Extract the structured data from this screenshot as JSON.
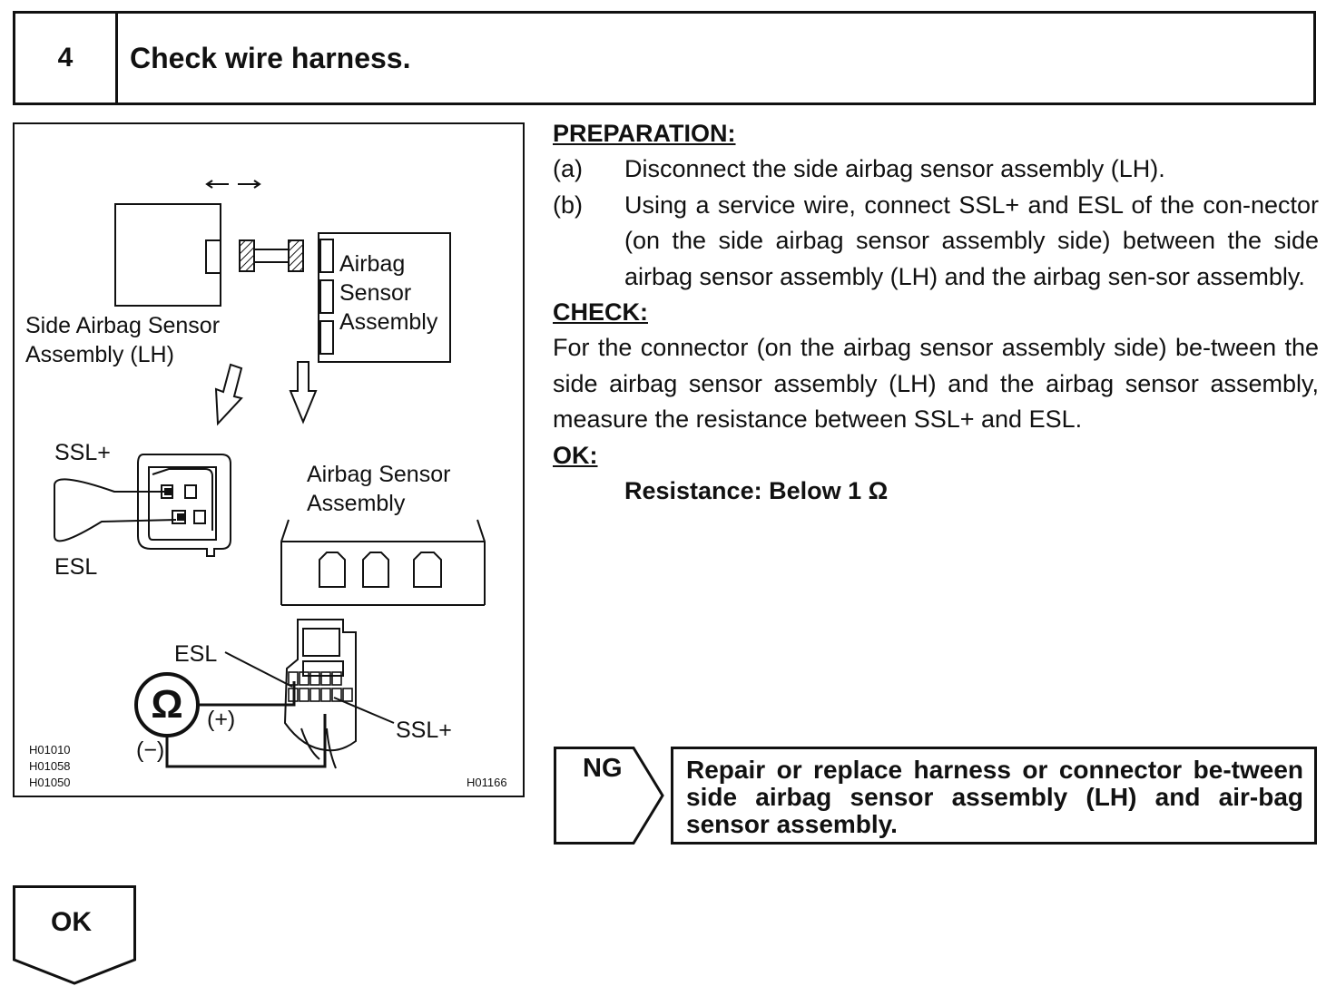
{
  "step": {
    "number": "4",
    "title": "Check wire harness."
  },
  "figure": {
    "labels": {
      "side_sensor": [
        "Side Airbag Sensor",
        "Assembly (LH)"
      ],
      "airbag_sensor_top": [
        "Airbag",
        "Sensor",
        "Assembly"
      ],
      "airbag_sensor_mid": [
        "Airbag Sensor",
        "Assembly"
      ],
      "ssl_left": "SSL+",
      "esl_left": "ESL",
      "esl_bottom": "ESL",
      "ssl_bottom": "SSL+",
      "plus": "(+)",
      "minus": "(−)",
      "ohm": "Ω"
    },
    "codes": [
      "H01010",
      "H01058",
      "H01050"
    ],
    "figure_code": "H01166"
  },
  "preparation": {
    "heading": "PREPARATION:",
    "items": [
      {
        "marker": "(a)",
        "text": "Disconnect the side airbag sensor assembly (LH)."
      },
      {
        "marker": "(b)",
        "text": "Using a service wire, connect SSL+ and ESL of the con-nector (on the side airbag sensor assembly side) between the side airbag sensor assembly (LH) and the airbag sen-sor assembly."
      }
    ]
  },
  "check": {
    "heading": "CHECK:",
    "text": "For the connector (on the airbag sensor assembly side) be-tween the side airbag sensor assembly (LH) and the airbag sensor assembly, measure the resistance between SSL+ and ESL."
  },
  "ok_spec": {
    "heading": "OK:",
    "text": "Resistance: Below 1 Ω"
  },
  "ng": {
    "label": "NG",
    "text": "Repair or replace harness or connector be-tween side airbag sensor assembly (LH) and air-bag sensor assembly."
  },
  "ok_result": {
    "label": "OK"
  }
}
